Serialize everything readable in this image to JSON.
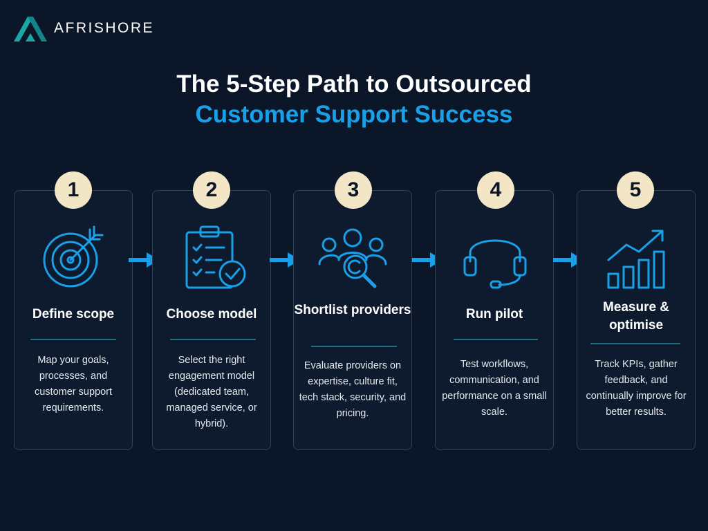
{
  "brand": {
    "name": "AFRISHORE",
    "color": "#1aa0e8"
  },
  "title": {
    "line1": "The 5-Step Path to Outsourced",
    "line2": "Customer Support Success"
  },
  "steps": [
    {
      "number": "1",
      "title": "Define scope",
      "description": "Map your goals, processes, and customer support requirements.",
      "icon": "target-icon"
    },
    {
      "number": "2",
      "title": "Choose model",
      "description": "Select the right engagement model (dedicated team, managed service, or hybrid).",
      "icon": "checklist-icon"
    },
    {
      "number": "3",
      "title": "Shortlist providers",
      "description": "Evaluate providers on expertise, culture fit, tech stack, security, and pricing.",
      "icon": "people-search-icon"
    },
    {
      "number": "4",
      "title": "Run pilot",
      "description": "Test workflows, communication, and performance on a small scale.",
      "icon": "headset-icon"
    },
    {
      "number": "5",
      "title": "Measure & optimise",
      "description": "Track KPIs, gather feedback, and continually improve for better results.",
      "icon": "growth-chart-icon"
    }
  ],
  "colors": {
    "background": "#0b1729",
    "accent": "#1aa0e8",
    "badge": "#f3e6c6",
    "card_border": "#2d4259",
    "divider": "#1e6d82"
  }
}
